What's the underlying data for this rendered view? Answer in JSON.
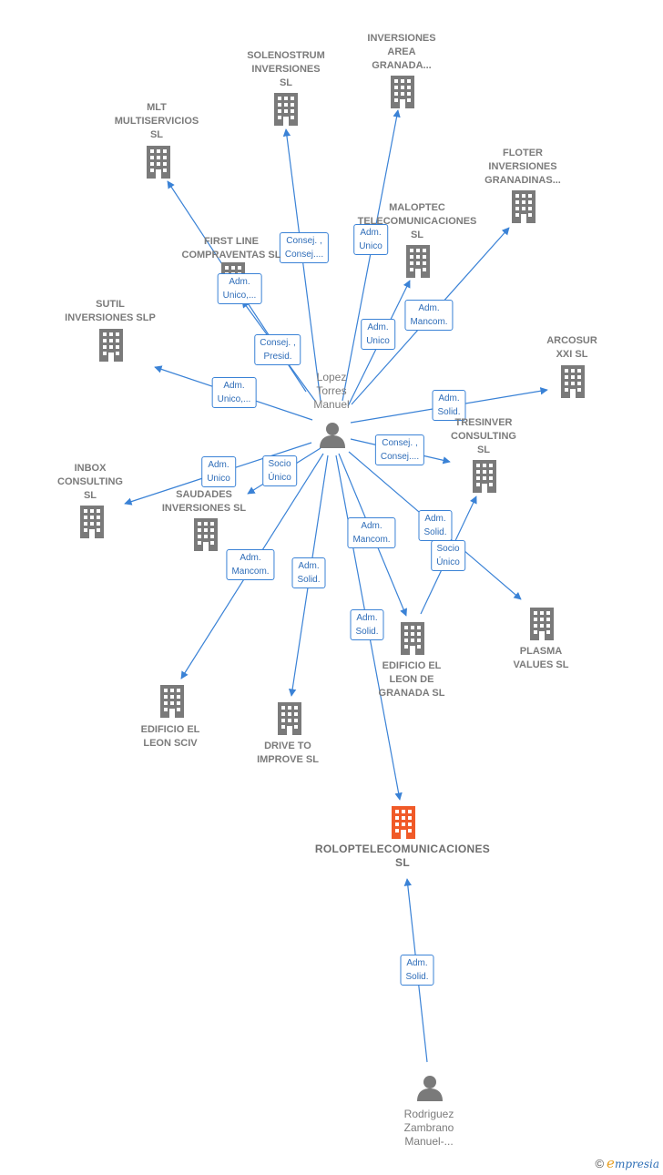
{
  "nodes": [
    {
      "id": "solenostrum",
      "label": [
        "SOLENOSTRUM",
        "INVERSIONES",
        "SL"
      ],
      "type": "company"
    },
    {
      "id": "area",
      "label": [
        "INVERSIONES",
        "AREA",
        "GRANADA..."
      ],
      "type": "company"
    },
    {
      "id": "mlt",
      "label": [
        "MLT",
        "MULTISERVICIOS",
        "SL"
      ],
      "type": "company"
    },
    {
      "id": "floter",
      "label": [
        "FLOTER",
        "INVERSIONES",
        "GRANADINAS..."
      ],
      "type": "company"
    },
    {
      "id": "maloptec",
      "label": [
        "MALOPTEC",
        "TELECOMUNICACIONES",
        "SL"
      ],
      "type": "company"
    },
    {
      "id": "firstline",
      "label": [
        "FIRST LINE",
        "COMPRAVENTAS SL"
      ],
      "type": "company"
    },
    {
      "id": "sutil",
      "label": [
        "SUTIL",
        "INVERSIONES SLP"
      ],
      "type": "company"
    },
    {
      "id": "arcosur",
      "label": [
        "ARCOSUR",
        "XXI SL"
      ],
      "type": "company"
    },
    {
      "id": "lopez",
      "label": [
        "Lopez",
        "Torres",
        "Manuel"
      ],
      "type": "person"
    },
    {
      "id": "tresinver",
      "label": [
        "TRESINVER",
        "CONSULTING",
        "SL"
      ],
      "type": "company"
    },
    {
      "id": "inbox",
      "label": [
        "INBOX",
        "CONSULTING",
        "SL"
      ],
      "type": "company"
    },
    {
      "id": "saudades",
      "label": [
        "SAUDADES",
        "INVERSIONES SL"
      ],
      "type": "company"
    },
    {
      "id": "plasma",
      "label": [
        "PLASMA",
        "VALUES  SL"
      ],
      "type": "company"
    },
    {
      "id": "edificioleongranada",
      "label": [
        "EDIFICIO EL",
        "LEON DE",
        "GRANADA  SL"
      ],
      "type": "company"
    },
    {
      "id": "edificioleonsciv",
      "label": [
        "EDIFICIO EL",
        "LEON SCIV"
      ],
      "type": "company"
    },
    {
      "id": "drive",
      "label": [
        "DRIVE TO",
        "IMPROVE  SL"
      ],
      "type": "company"
    },
    {
      "id": "rolop",
      "label": [
        "ROLOPTELECOMUNICACIONES",
        "SL"
      ],
      "type": "main"
    },
    {
      "id": "rodriguez",
      "label": [
        "Rodriguez",
        "Zambrano",
        "Manuel-..."
      ],
      "type": "person"
    }
  ],
  "edges": [
    {
      "from": "lopez",
      "to": "solenostrum",
      "label": [
        "Consej. ,",
        "Consej...."
      ]
    },
    {
      "from": "lopez",
      "to": "area",
      "label": [
        "Adm.",
        "Unico"
      ]
    },
    {
      "from": "lopez",
      "to": "mlt",
      "label": [
        "Adm.",
        "Unico,..."
      ]
    },
    {
      "from": "lopez",
      "to": "firstline",
      "label": [
        "Consej. ,",
        "Presid."
      ]
    },
    {
      "from": "lopez",
      "to": "maloptec",
      "label": [
        "Adm.",
        "Unico"
      ]
    },
    {
      "from": "lopez",
      "to": "floter",
      "label": [
        "Adm.",
        "Mancom."
      ]
    },
    {
      "from": "lopez",
      "to": "sutil",
      "label": [
        "Adm.",
        "Unico,..."
      ]
    },
    {
      "from": "lopez",
      "to": "arcosur",
      "label": [
        "Adm.",
        "Solid."
      ]
    },
    {
      "from": "lopez",
      "to": "tresinver",
      "label": [
        "Consej. ,",
        "Consej...."
      ]
    },
    {
      "from": "lopez",
      "to": "inbox",
      "label": [
        "Adm.",
        "Unico"
      ]
    },
    {
      "from": "lopez",
      "to": "saudades",
      "label": [
        "Socio",
        "Único"
      ]
    },
    {
      "from": "lopez",
      "to": "plasma",
      "label": [
        "Adm.",
        "Solid."
      ]
    },
    {
      "from": "lopez",
      "to": "edificioleongranada",
      "label": [
        "Adm.",
        "Mancom."
      ]
    },
    {
      "from": "lopez",
      "to": "edificioleonsciv",
      "label": [
        "Adm.",
        "Mancom."
      ]
    },
    {
      "from": "lopez",
      "to": "drive",
      "label": [
        "Adm.",
        "Solid."
      ]
    },
    {
      "from": "lopez",
      "to": "rolop",
      "label": [
        "Adm.",
        "Solid."
      ]
    },
    {
      "from": "edificioleongranada",
      "to": "tresinver",
      "label": [
        "Socio",
        "Único"
      ]
    },
    {
      "from": "rodriguez",
      "to": "rolop",
      "label": [
        "Adm.",
        "Solid."
      ]
    }
  ],
  "colors": {
    "edge": "#3a82d6",
    "building": "#7a7a7a",
    "main_building": "#f05a28",
    "person": "#7a7a7a"
  },
  "watermark": {
    "copyright": "©",
    "brand_initial": "e",
    "brand_rest": "mpresia"
  }
}
